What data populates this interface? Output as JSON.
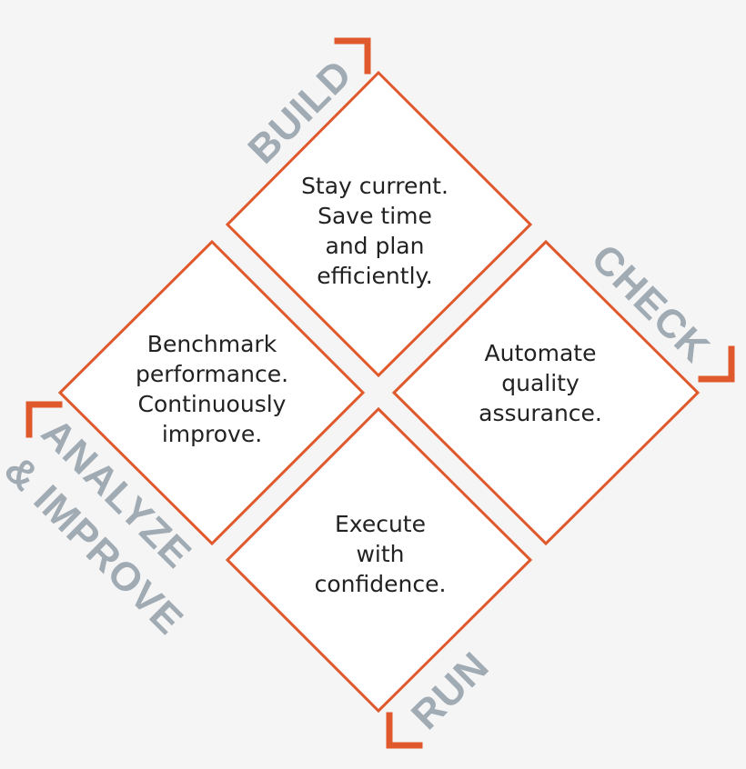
{
  "colors": {
    "background": "#f5f5f6",
    "accent": "#e0592d",
    "label": "#a1abb3",
    "text": "#222222"
  },
  "phases": {
    "build": "BUILD",
    "check": "CHECK",
    "run": "RUN",
    "analyze_line1": "ANALYZE",
    "analyze_line2": "& IMPROVE"
  },
  "boxes": {
    "top": [
      "Stay current.",
      "Save time",
      "and plan",
      "efficiently."
    ],
    "right": [
      "Automate",
      "quality",
      "assurance."
    ],
    "bottom": [
      "Execute",
      "with",
      "confidence."
    ],
    "left": [
      "Benchmark",
      "performance.",
      "Continuously",
      "improve."
    ]
  }
}
